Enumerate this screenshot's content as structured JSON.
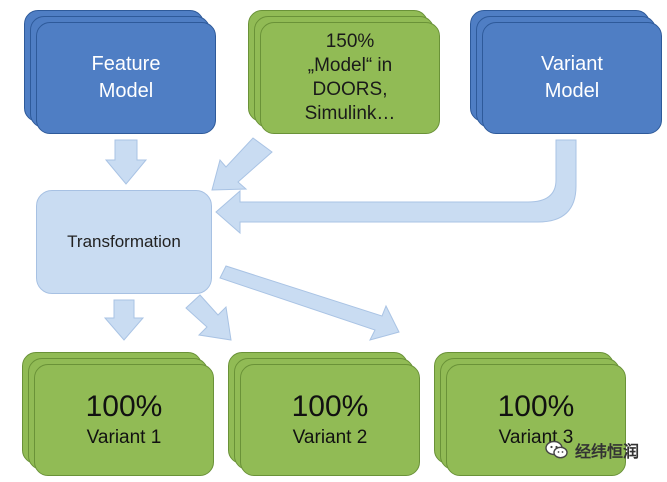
{
  "colors": {
    "blue_box": "#4f7ec4",
    "green_box": "#91bb55",
    "arrow": "#c9dcf2",
    "transformation_box": "#c9dcf2"
  },
  "top_boxes": {
    "feature_model": {
      "line1": "Feature",
      "line2": "Model"
    },
    "model_150": {
      "line1": "150%",
      "line2": "„Model“ in",
      "line3": "DOORS,",
      "line4": "Simulink…"
    },
    "variant_model": {
      "line1": "Variant",
      "line2": "Model"
    }
  },
  "transformation": {
    "label": "Transformation"
  },
  "variants": [
    {
      "percent": "100%",
      "name": "Variant 1"
    },
    {
      "percent": "100%",
      "name": "Variant 2"
    },
    {
      "percent": "100%",
      "name": "Variant 3"
    }
  ],
  "watermark": {
    "text": "经纬恒润",
    "icon": "wechat-icon"
  }
}
